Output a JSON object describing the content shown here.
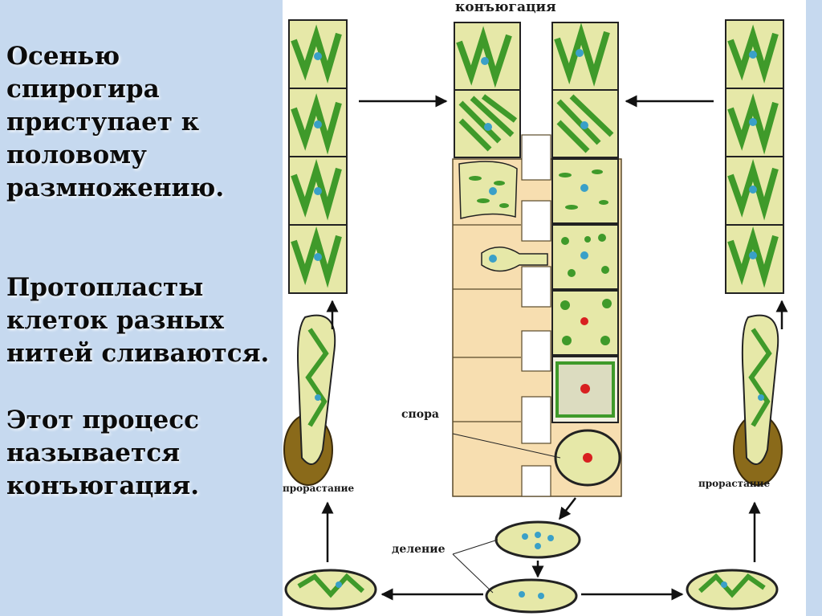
{
  "slide": {
    "paragraphs": [
      " Осенью\nспирогира\nприступает к\nполовому\nразмножению.",
      " Протопласты\nклеток разных\nнитей сливаются.",
      " Этот процесс\nназывается\nконъюгация."
    ]
  },
  "figure": {
    "title": "конъюгация",
    "labels": {
      "spore": "спора",
      "division": "деление",
      "germination_left": "прорастание",
      "germination_right": "прорастание"
    }
  },
  "colors": {
    "slide_background": "#c6d9ef",
    "cell_fill": "#e6e8a8",
    "chloroplast": "#3f9a2a",
    "conjugation_tube": "#f7deb0",
    "nucleus": "#3aa0c8",
    "zygote_nucleus": "#d82020",
    "cyst": "#8a6a1a"
  }
}
